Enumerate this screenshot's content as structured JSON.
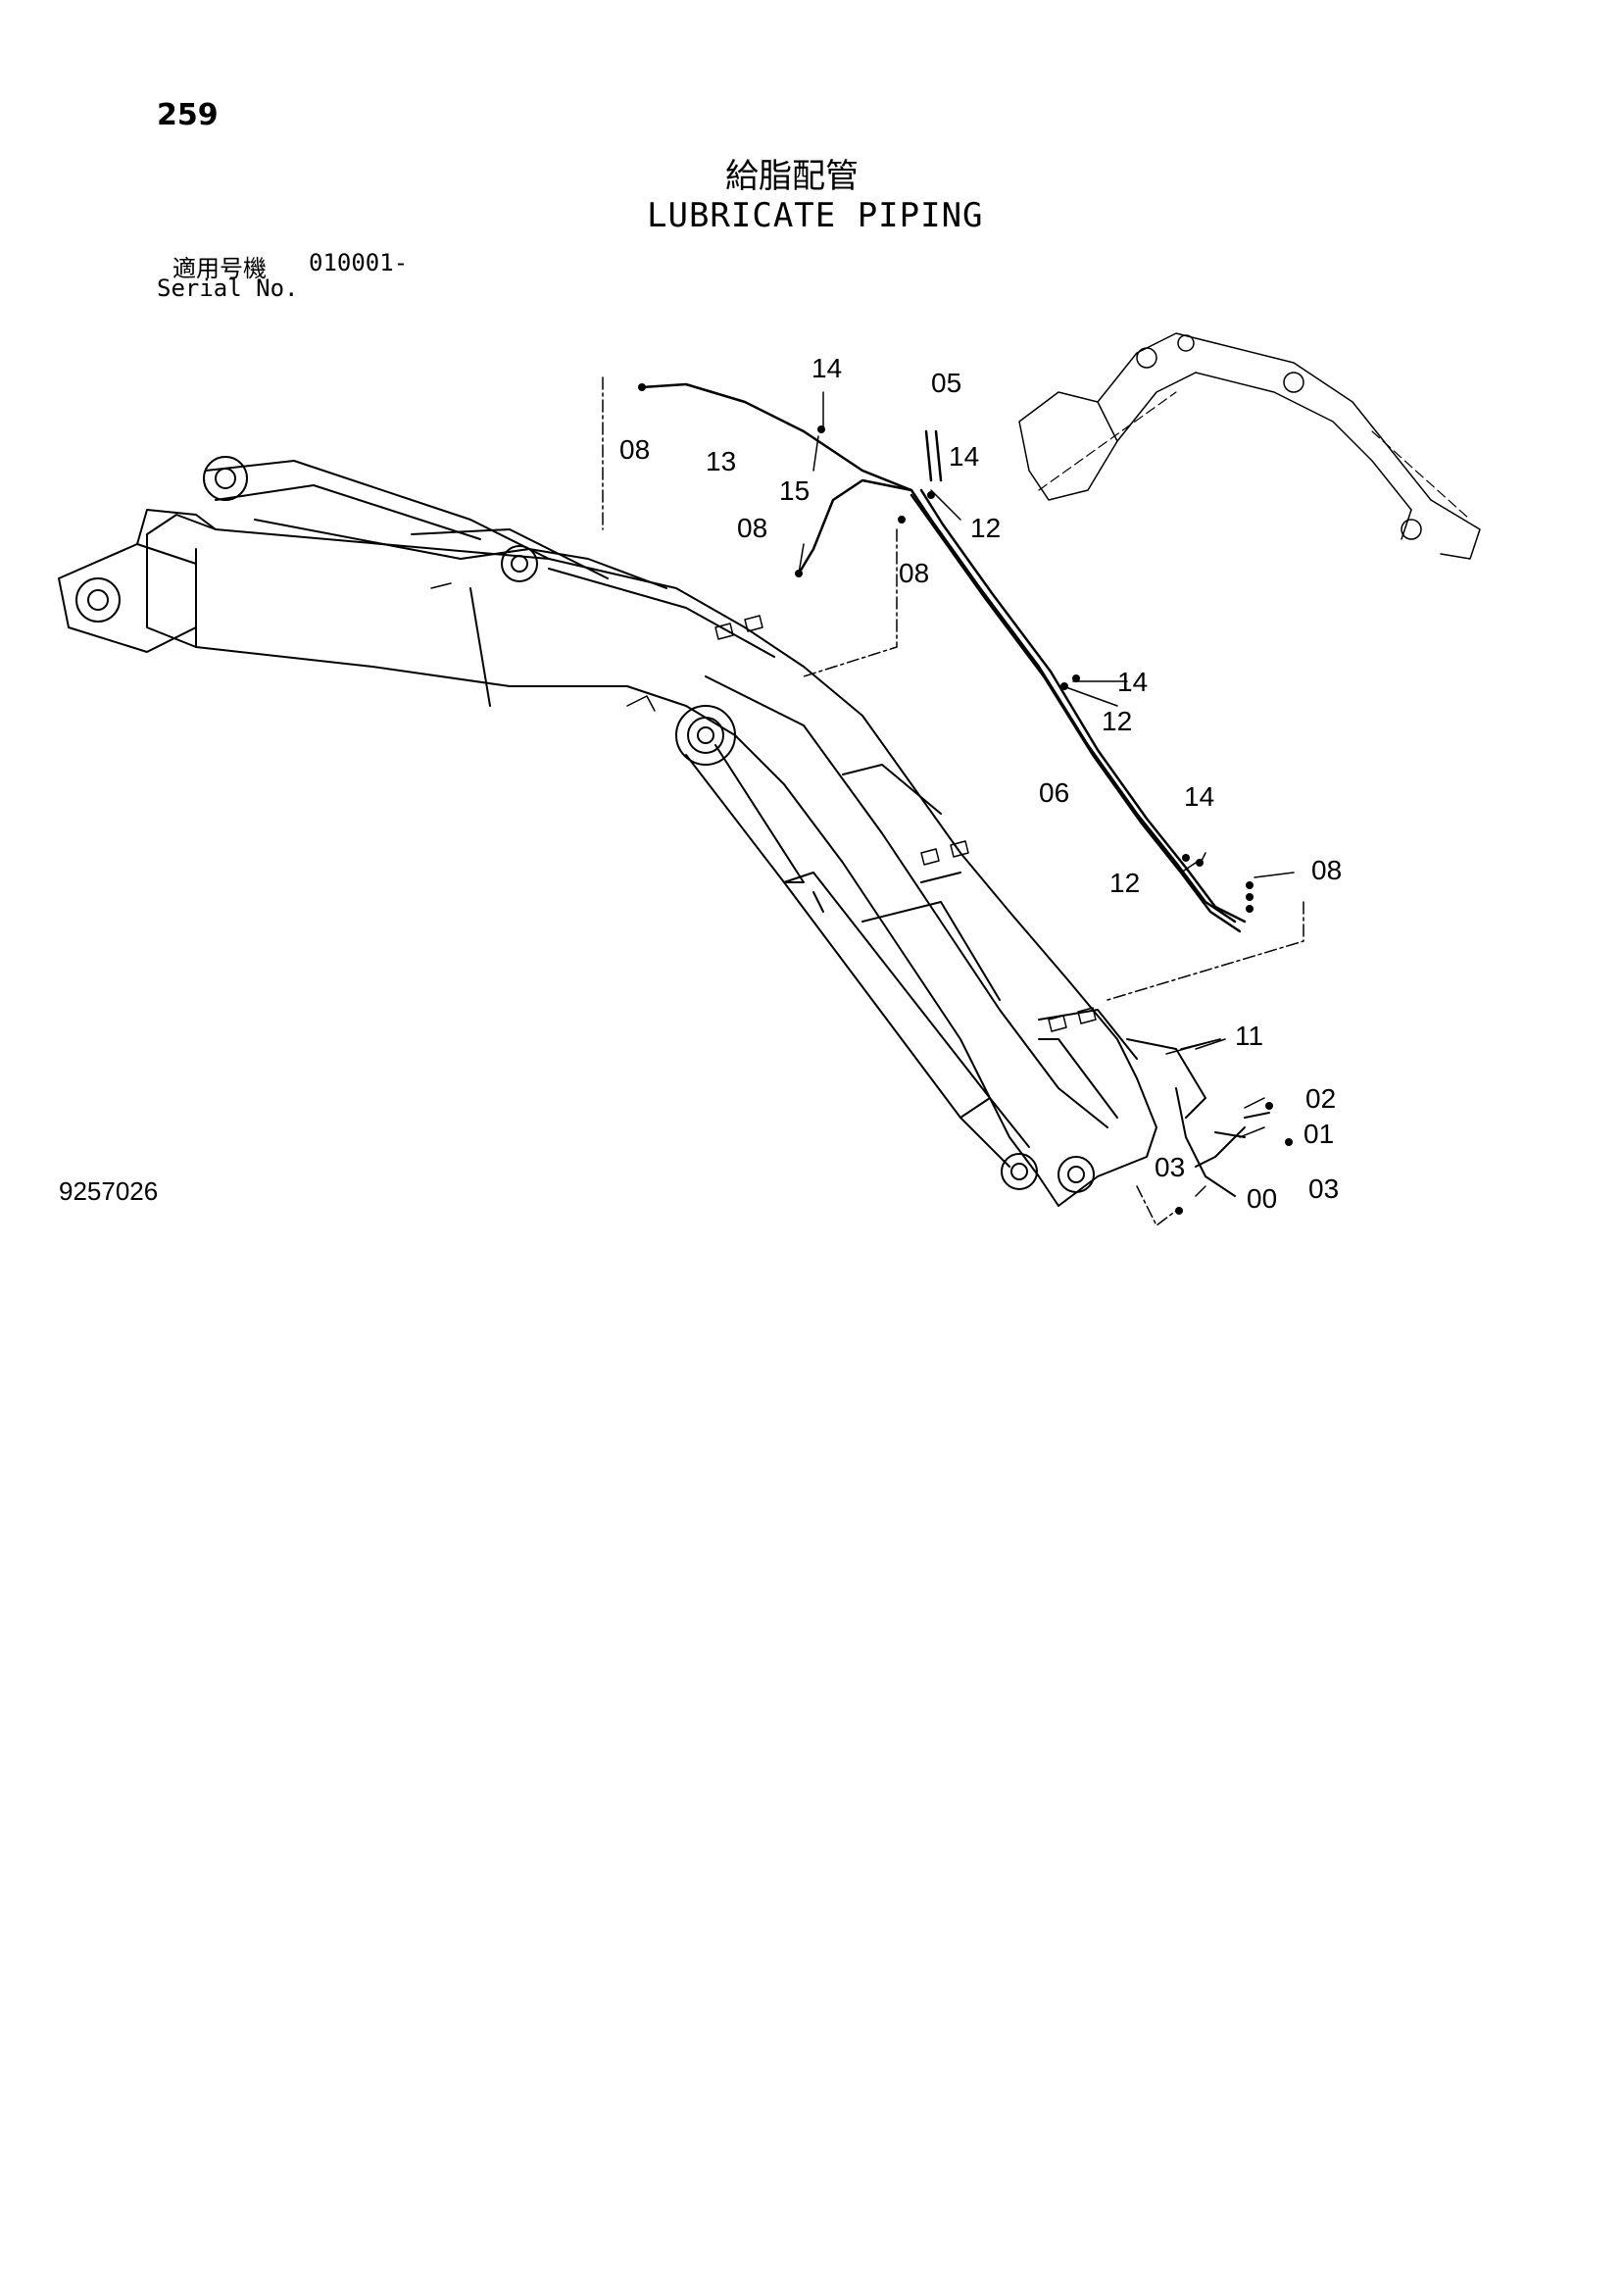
{
  "page_number": "259",
  "title_jp": "給脂配管",
  "title_en": "LUBRICATE PIPING",
  "serial": {
    "label_jp": "適用号機",
    "value": "010001-",
    "label_en": "Serial No."
  },
  "drawing_number": "9257026",
  "callouts": [
    {
      "id": "c14a",
      "text": "14"
    },
    {
      "id": "c05",
      "text": "05"
    },
    {
      "id": "c08a",
      "text": "08"
    },
    {
      "id": "c13",
      "text": "13"
    },
    {
      "id": "c15",
      "text": "15"
    },
    {
      "id": "c14b",
      "text": "14"
    },
    {
      "id": "c12a",
      "text": "12"
    },
    {
      "id": "c08b",
      "text": "08"
    },
    {
      "id": "c08c",
      "text": "08"
    },
    {
      "id": "c14c",
      "text": "14"
    },
    {
      "id": "c12b",
      "text": "12"
    },
    {
      "id": "c06",
      "text": "06"
    },
    {
      "id": "c14d",
      "text": "14"
    },
    {
      "id": "c12c",
      "text": "12"
    },
    {
      "id": "c08d",
      "text": "08"
    },
    {
      "id": "c11",
      "text": "11"
    },
    {
      "id": "c02",
      "text": "02"
    },
    {
      "id": "c01",
      "text": "01"
    },
    {
      "id": "c03a",
      "text": "03"
    },
    {
      "id": "c00",
      "text": "00"
    },
    {
      "id": "c03b",
      "text": "03"
    }
  ]
}
